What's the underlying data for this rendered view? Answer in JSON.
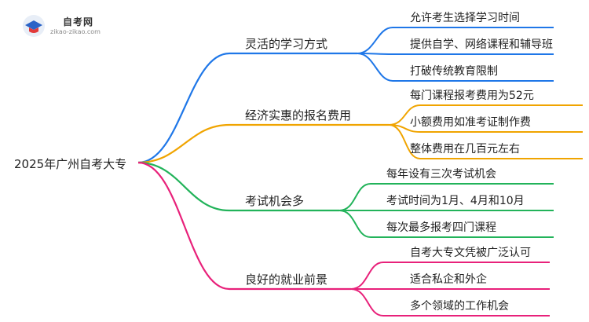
{
  "logo": {
    "name": "自考网",
    "url": "zikao-zikao.com"
  },
  "root": {
    "label": "2025年广州自考大专"
  },
  "branches": [
    {
      "label": "灵活的学习方式",
      "color": "#1f77e8",
      "children": [
        "允许考生选择学习时间",
        "提供自学、网络课程和辅导班",
        "打破传统教育限制"
      ]
    },
    {
      "label": "经济实惠的报名费用",
      "color": "#f0a400",
      "children": [
        "每门课程报考费用为52元",
        "小额费用如准考证制作费",
        "整体费用在几百元左右"
      ]
    },
    {
      "label": "考试机会多",
      "color": "#22b35a",
      "children": [
        "每年设有三次考试机会",
        "考试时间为1月、4月和10月",
        "每次最多报考四门课程"
      ]
    },
    {
      "label": "良好的就业前景",
      "color": "#e8217a",
      "children": [
        "自考大专文凭被广泛认可",
        "适合私企和外企",
        "多个领域的工作机会"
      ]
    }
  ]
}
